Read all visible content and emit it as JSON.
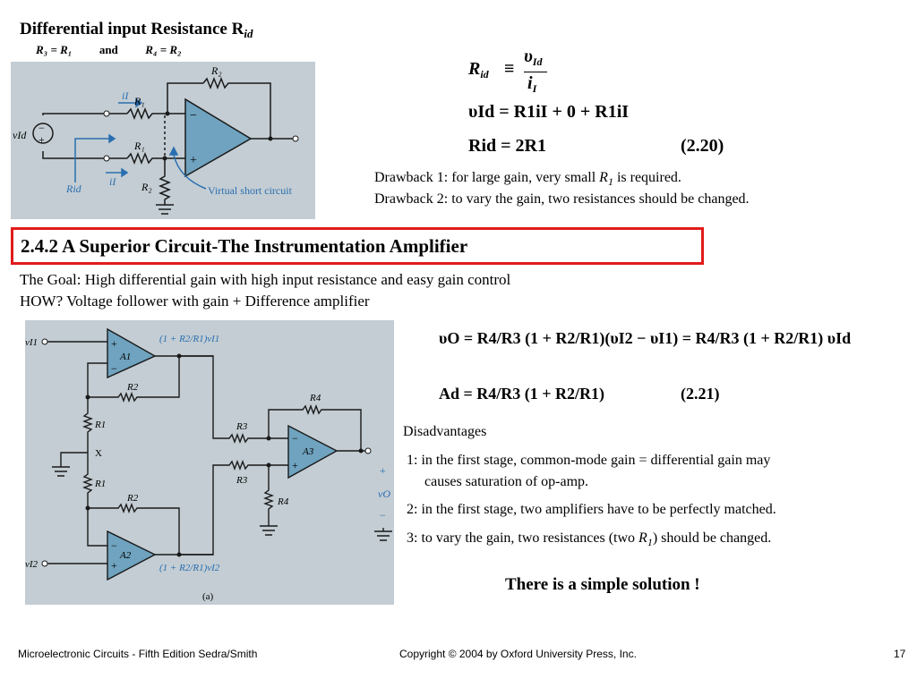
{
  "header": {
    "title": "Differential input Resistance R",
    "title_sub": "id",
    "condition_left": "R₃ = R₁",
    "condition_and": "and",
    "condition_right": "R₄ = R₂"
  },
  "circuit1": {
    "labels": {
      "r1_top": "R₁",
      "r1_bottom": "R₁",
      "r2_top": "R₂",
      "r2_bottom": "R₂",
      "vid": "vId",
      "rid": "Rid",
      "il_top": "iI",
      "il_bottom": "iI",
      "virtual_short": "Virtual short circuit"
    }
  },
  "equations1": {
    "rid_def_lhs": "R",
    "rid_def_lhs_sub": "id",
    "rid_def_op": "≡",
    "rid_def_num": "υ",
    "rid_def_num_sub": "Id",
    "rid_def_den": "i",
    "rid_def_den_sub": "I",
    "vid_line": "υId = R1iI + 0 + R1iI",
    "rid_result": "Rid = 2R1",
    "eq_number": "(2.20)"
  },
  "drawbacks": {
    "d1_prefix": "Drawback 1: for large gain, very small ",
    "d1_var": "R",
    "d1_var_sub": "1",
    "d1_suffix": " is required.",
    "d2": "Drawback 2: to vary the gain, two resistances  should be changed."
  },
  "section": {
    "heading": "2.4.2 A Superior Circuit-The Instrumentation Amplifier"
  },
  "goal": {
    "line1": "The Goal:  High differential gain with high input resistance and easy gain control",
    "line2": "HOW?   Voltage follower with gain + Difference amplifier"
  },
  "circuit2": {
    "labels": {
      "vi1": "vI1",
      "vi2": "vI2",
      "a1": "A1",
      "a2": "A2",
      "a3": "A3",
      "r1a": "R1",
      "r1b": "R1",
      "r2a": "R2",
      "r2b": "R2",
      "r3a": "R3",
      "r3b": "R3",
      "r4a": "R4",
      "r4b": "R4",
      "x": "X",
      "vo": "vO",
      "gain_top": "(1 + R2/R1)vI1",
      "gain_bottom": "(1 + R2/R1)vI2",
      "caption": "(a)",
      "plus": "+",
      "minus": "−"
    }
  },
  "equations2": {
    "vo_eq": "υO = R4/R3 (1 + R2/R1)(υI2 − υI1) = R4/R3 (1 + R2/R1) υId",
    "ad_eq": "Ad = R4/R3 (1 + R2/R1)",
    "eq_number": "(2.21)"
  },
  "disadvantages": {
    "title": "Disadvantages",
    "item1_line1": "1: in the first stage, common-mode gain = differential gain may",
    "item1_line2": "causes saturation of op-amp.",
    "item2": "2: in the first stage, two amplifiers have to be perfectly matched.",
    "item3_prefix": "3: to vary the gain, two resistances (two ",
    "item3_var": "R",
    "item3_var_sub": "1",
    "item3_suffix": ")  should be changed.",
    "conclusion": "There is a simple solution !"
  },
  "footer": {
    "left": "Microelectronic Circuits - Fifth Edition    Sedra/Smith",
    "center": "Copyright © 2004 by Oxford University Press, Inc.",
    "page": "17"
  },
  "colors": {
    "panel_bg": "#c3cdd3",
    "opamp_fill": "#6fa3bf",
    "annotation_blue": "#2a6fb0",
    "section_border": "#e21b1b"
  }
}
